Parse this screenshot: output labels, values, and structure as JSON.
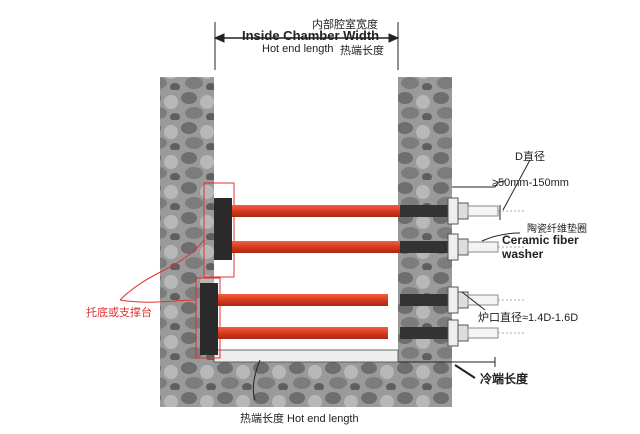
{
  "top": {
    "cn_width": "内部腔室宽度",
    "en_width": "Inside Chamber Width",
    "en_hot": "Hot end length",
    "cn_hot": "热端长度"
  },
  "right": {
    "d_cn": "D直径",
    "range": "≥50mm-150mm",
    "washer_cn": "陶瓷纤维垫圈",
    "washer_en1": "Ceramic fiber",
    "washer_en2": "washer",
    "hole": "炉口直径≈1.4D-1.6D",
    "cold": "冷端长度"
  },
  "left": {
    "support": "托底或支撑台"
  },
  "bottom": {
    "hot": "热端长度 Hot end length"
  },
  "colors": {
    "rod": "#d9381e",
    "wall": "#8d8d8d",
    "support": "#2a2a2a",
    "annotation": "#e03030"
  }
}
